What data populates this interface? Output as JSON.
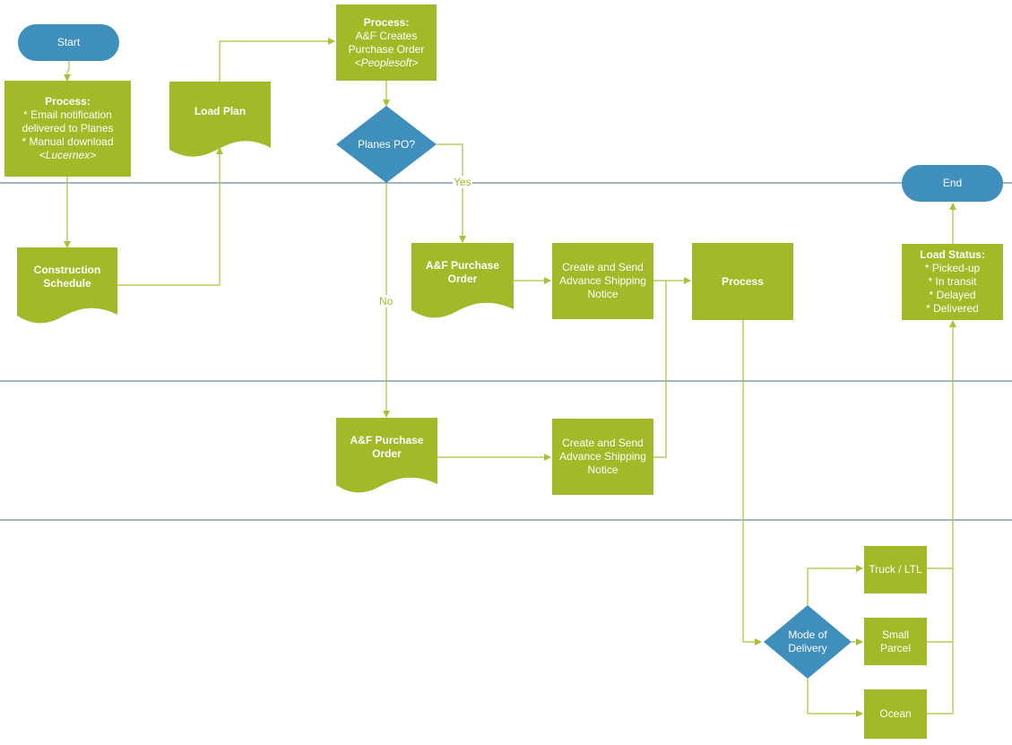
{
  "nodes": {
    "start": "Start",
    "end": "End",
    "email_process": {
      "title": "Process:",
      "line1": "* Email notification",
      "line2": "delivered to Planes",
      "line3": "* Manual download",
      "line4": "<Lucernex>"
    },
    "load_plan": "Load Plan",
    "construction_schedule": {
      "line1": "Construction",
      "line2": "Schedule"
    },
    "create_po": {
      "title": "Process:",
      "line1": "A&F Creates",
      "line2": "Purchase Order",
      "line3": "<Peoplesoft>"
    },
    "planes_po": "Planes PO?",
    "af_po_yes": {
      "line1": "A&F Purchase",
      "line2": "Order"
    },
    "asn_yes": {
      "line1": "Create and Send",
      "line2": "Advance Shipping",
      "line3": "Notice"
    },
    "process": "Process",
    "af_po_no": {
      "line1": "A&F Purchase",
      "line2": "Order"
    },
    "asn_no": {
      "line1": "Create and Send",
      "line2": "Advance Shipping",
      "line3": "Notice"
    },
    "load_status": {
      "title": "Load Status:",
      "line1": "* Picked-up",
      "line2": "* In transit",
      "line3": "* Delayed",
      "line4": "* Delivered"
    },
    "mode_of_delivery": {
      "line1": "Mode of",
      "line2": "Delivery"
    },
    "truck": "Truck / LTL",
    "small_parcel": {
      "line1": "Small",
      "line2": "Parcel"
    },
    "ocean": "Ocean"
  },
  "edge_labels": {
    "yes": "Yes",
    "no": "No"
  },
  "colors": {
    "process_fill": "#a0ba28",
    "terminal_fill": "#3f8fbd",
    "connector": "#a9c234",
    "lane_divider": "#3f6f84"
  }
}
